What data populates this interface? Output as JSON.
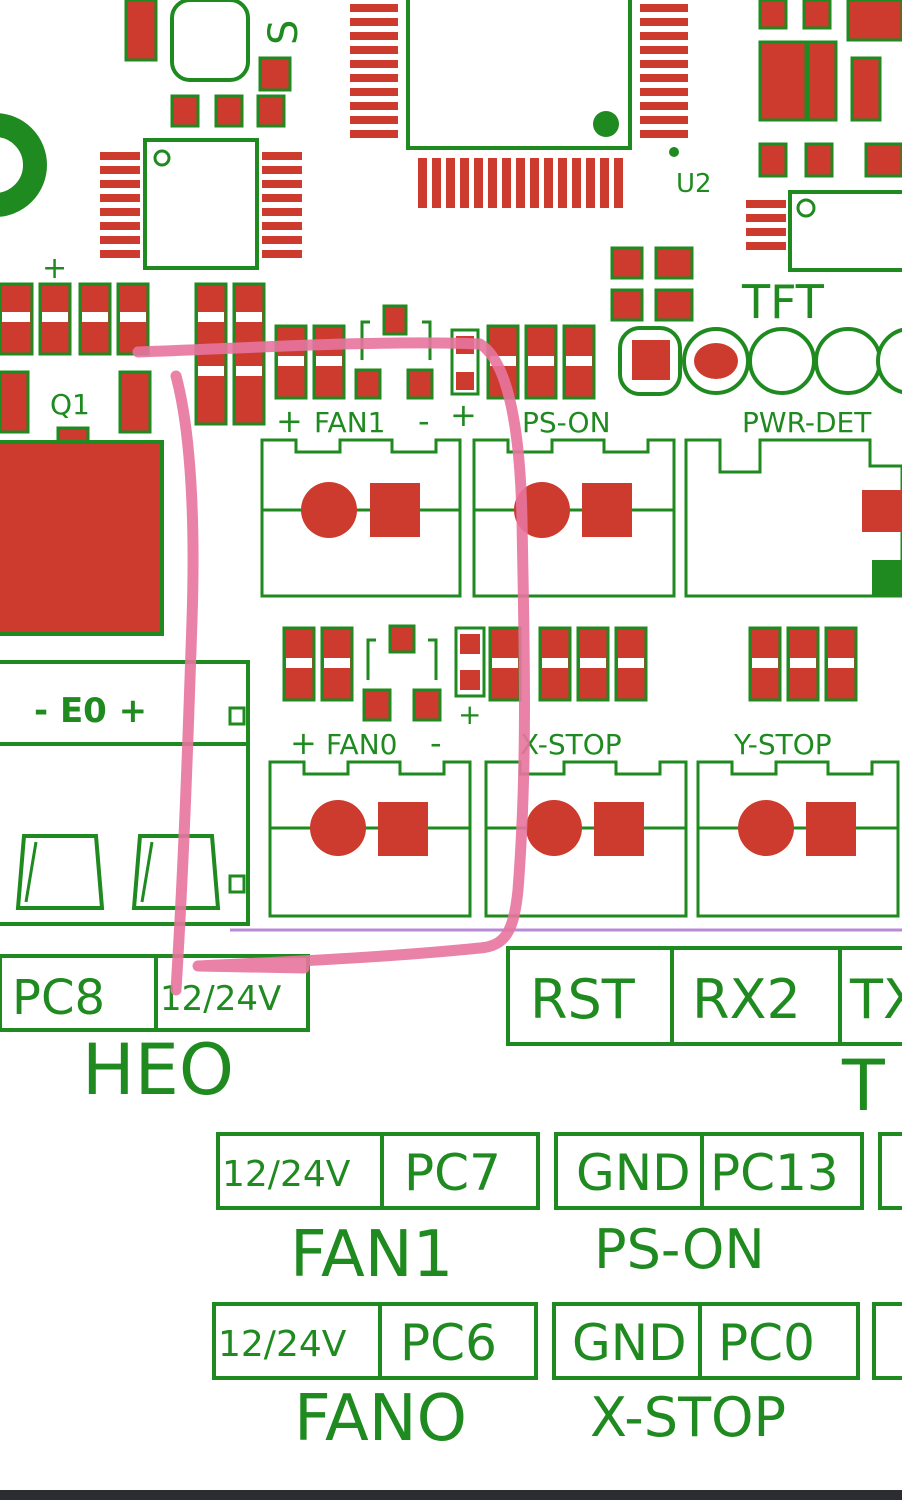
{
  "board": {
    "silkscreen": {
      "fan1": "FAN1",
      "ps_on": "PS-ON",
      "pwr_det": "PWR-DET",
      "fan0": "FAN0",
      "x_stop": "X-STOP",
      "y_stop": "Y-STOP",
      "e0": "- E0 +",
      "q1": "Q1",
      "u2": "U2",
      "tft": "TFT",
      "s_partial": "S",
      "plus": "+",
      "minus": "-"
    },
    "header_row": {
      "pc8": "PC8",
      "v12_24": "12/24V",
      "heo": "HEO",
      "rst": "RST",
      "rx2": "RX2",
      "tx_partial": "TX",
      "t_partial": "T"
    },
    "fan1_table": {
      "v": "12/24V",
      "pin": "PC7",
      "label": "FAN1"
    },
    "ps_on_table": {
      "gnd": "GND",
      "pin": "PC13",
      "label": "PS-ON"
    },
    "fan0_table": {
      "v": "12/24V",
      "pin": "PC6",
      "label": "FANO"
    },
    "x_stop_table": {
      "gnd": "GND",
      "pin": "PC0",
      "label": "X-STOP"
    }
  },
  "colors": {
    "silkscreen": "#1f8a1f",
    "pads": "#cc3b2e",
    "annotation": "#e8749e",
    "accent_line": "#b98ad6"
  }
}
